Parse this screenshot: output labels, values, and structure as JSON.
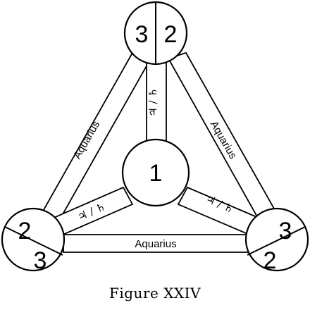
{
  "caption": "Figure XXIV",
  "circles": {
    "top": {
      "left_number": "3",
      "right_number": "2"
    },
    "center": {
      "number": "1"
    },
    "left": {
      "upper_number": "2",
      "lower_number": "3"
    },
    "right": {
      "upper_number": "3",
      "lower_number": "2"
    }
  },
  "bands": {
    "left_outer": "Aquarius",
    "right_outer": "Aquarius",
    "bottom_outer": "Aquarius",
    "top_inner": "♃ / ♄",
    "left_inner": "♃ / ♄",
    "right_inner": "♃ / ♄"
  }
}
